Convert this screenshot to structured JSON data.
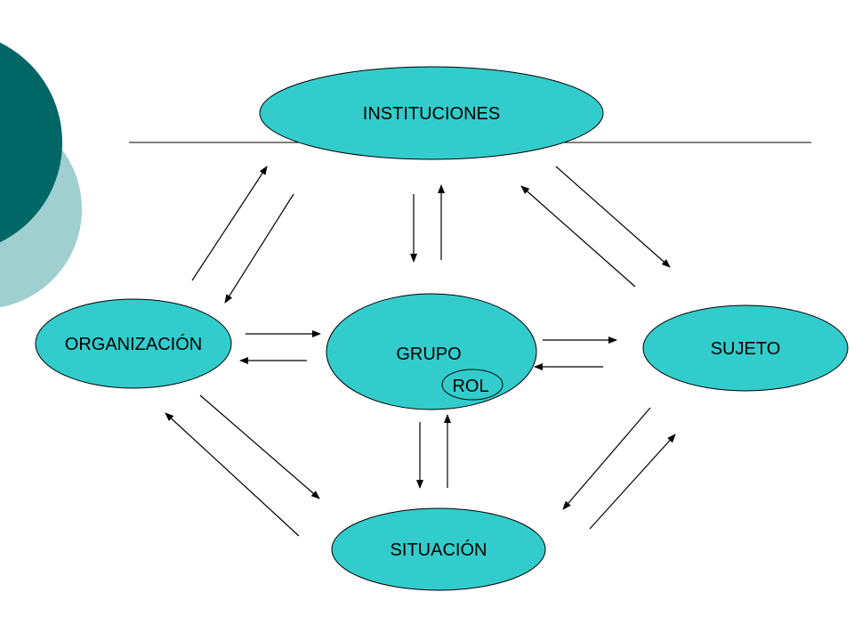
{
  "colors": {
    "node_fill": "#33cccc",
    "deco_dark": "#006666",
    "deco_light": "#9fcfcf",
    "stroke": "#000000"
  },
  "nodes": {
    "instituciones": "INSTITUCIONES",
    "organizacion": "ORGANIZACIÓN",
    "grupo": "GRUPO",
    "rol": "ROL",
    "sujeto": "SUJETO",
    "situacion": "SITUACIÓN"
  }
}
